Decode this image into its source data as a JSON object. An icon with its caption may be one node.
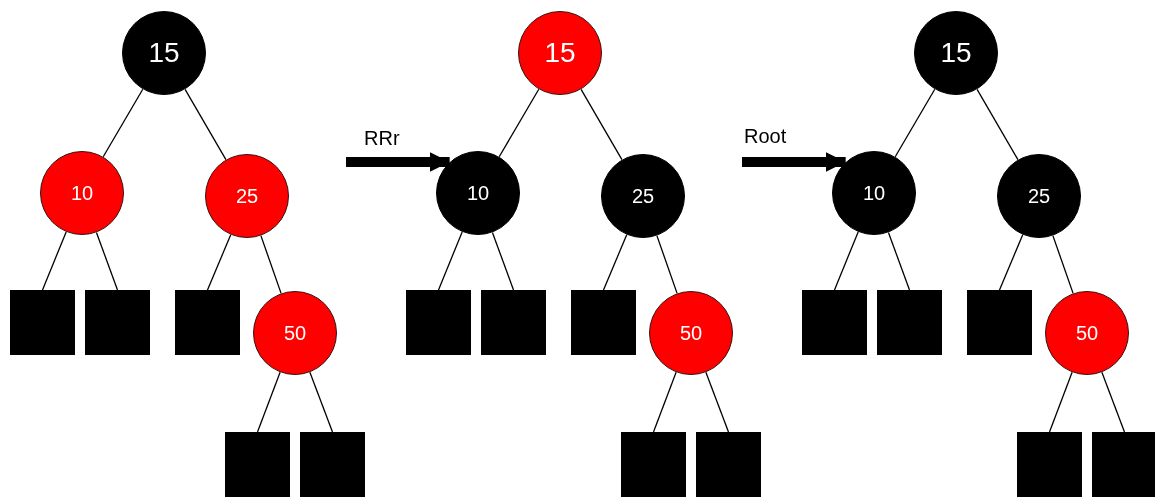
{
  "diagram": {
    "nodes": [
      {
        "text": [
          "15"
        ]
      },
      {
        "text": [
          "10"
        ]
      },
      {
        "text": [
          "25"
        ]
      },
      {
        "text": [],
        "shape": "box"
      },
      {
        "text": [],
        "shape": "box"
      },
      {
        "text": [],
        "shape": "box"
      },
      {
        "text": [
          "50"
        ]
      },
      {
        "text": [],
        "shape": "box"
      },
      {
        "text": [],
        "shape": "box"
      },
      {
        "text": [
          "15"
        ]
      },
      {
        "text": [
          "10"
        ]
      },
      {
        "text": [
          "25"
        ]
      },
      {
        "text": [],
        "shape": "box"
      },
      {
        "text": [],
        "shape": "box"
      },
      {
        "text": [],
        "shape": "box"
      },
      {
        "text": [
          "50"
        ]
      },
      {
        "text": [],
        "shape": "box"
      },
      {
        "text": [],
        "shape": "box"
      },
      {
        "text": [
          "15"
        ]
      },
      {
        "text": [
          "10"
        ]
      },
      {
        "text": [
          "25"
        ]
      },
      {
        "text": [],
        "shape": "box"
      },
      {
        "text": [],
        "shape": "box"
      },
      {
        "text": [],
        "shape": "box"
      },
      {
        "text": [
          "50"
        ]
      },
      {
        "text": [],
        "shape": "box"
      },
      {
        "text": [],
        "shape": "box"
      }
    ],
    "edges": [
      {
        "from": 0,
        "to": 1,
        "arrow": "none"
      },
      {
        "from": 0,
        "to": 2,
        "arrow": "none"
      },
      {
        "from": 1,
        "to": 3,
        "arrow": "none"
      },
      {
        "from": 1,
        "to": 4,
        "arrow": "none"
      },
      {
        "from": 2,
        "to": 5,
        "arrow": "none"
      },
      {
        "from": 2,
        "to": 6,
        "arrow": "none"
      },
      {
        "from": 6,
        "to": 7,
        "arrow": "none"
      },
      {
        "from": 6,
        "to": 8,
        "arrow": "none"
      },
      {
        "from": 9,
        "to": 10,
        "arrow": "none"
      },
      {
        "from": 9,
        "to": 11,
        "arrow": "none"
      },
      {
        "from": 10,
        "to": 12,
        "arrow": "none"
      },
      {
        "from": 10,
        "to": 13,
        "arrow": "none"
      },
      {
        "from": 11,
        "to": 14,
        "arrow": "none"
      },
      {
        "from": 11,
        "to": 15,
        "arrow": "none"
      },
      {
        "from": 15,
        "to": 16,
        "arrow": "none"
      },
      {
        "from": 15,
        "to": 17,
        "arrow": "none"
      },
      {
        "from": 18,
        "to": 19,
        "arrow": "none"
      },
      {
        "from": 18,
        "to": 20,
        "arrow": "none"
      },
      {
        "from": 19,
        "to": 21,
        "arrow": "none"
      },
      {
        "from": 19,
        "to": 22,
        "arrow": "none"
      },
      {
        "from": 20,
        "to": 23,
        "arrow": "none"
      },
      {
        "from": 20,
        "to": 24,
        "arrow": "none"
      },
      {
        "from": 24,
        "to": 25,
        "arrow": "none"
      },
      {
        "from": 24,
        "to": 26,
        "arrow": "none"
      },
      {
        "from": null,
        "to": 10,
        "arrow": "to",
        "label": "RRr",
        "style": "thick"
      },
      {
        "from": null,
        "to": 19,
        "arrow": "to",
        "label": "Root",
        "style": "thick"
      }
    ]
  }
}
